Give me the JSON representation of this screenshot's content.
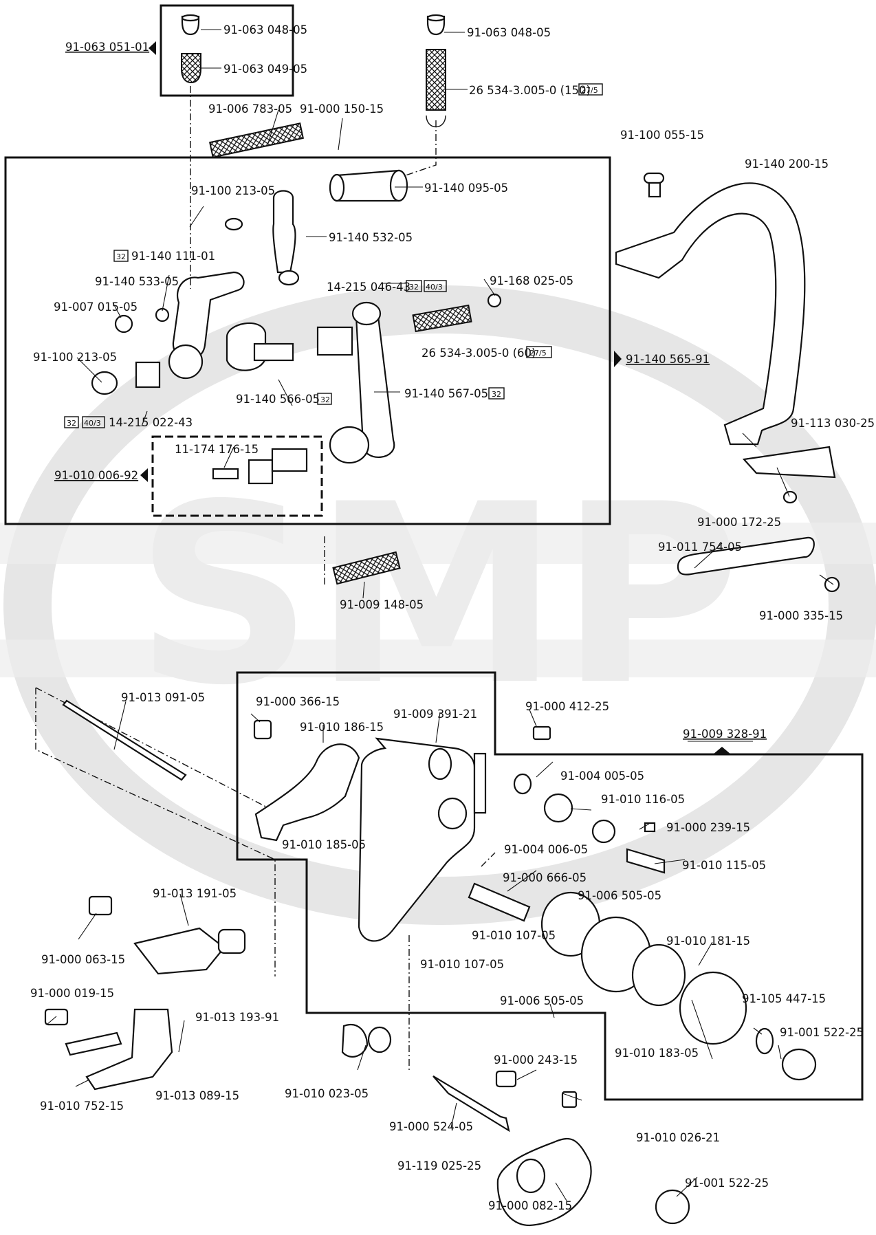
{
  "brand_watermark": "SMP",
  "callouts": {
    "kit_a": "91-063 051-01",
    "kit_b": "91-010 006-92",
    "kit_c": "91-140 565-91",
    "kit_d": "91-009 328-91"
  },
  "badges": {
    "b32": "32",
    "b403": "40/3",
    "b275": "27/5"
  },
  "labels": {
    "p1": "91-063 048-05",
    "p2": "91-063 049-05",
    "p3": "91-063 048-05",
    "p4": "26 534-3.005-0 (150)",
    "p5": "91-006 783-05",
    "p6": "91-000 150-15",
    "p7": "91-100 055-15",
    "p8": "91-140 200-15",
    "p9": "91-100 213-05",
    "p10": "91-140 095-05",
    "p11": "91-140 532-05",
    "p12": "91-140 111-01",
    "p13": "91-140 533-05",
    "p14": "14-215 046-43",
    "p15": "91-168 025-05",
    "p16": "91-007 015-05",
    "p17": "91-100 213-05",
    "p18": "26 534-3.005-0 (60)",
    "p19": "91-140 566-05",
    "p20": "91-140 567-05",
    "p21": "14-215 022-43",
    "p22": "11-174 176-15",
    "p23": "91-113 030-25",
    "p24": "91-000 172-25",
    "p25": "91-011 754-05",
    "p26": "91-009 148-05",
    "p27": "91-000 335-15",
    "p28": "91-013 091-05",
    "p29": "91-000 366-15",
    "p30": "91-009 391-21",
    "p31": "91-000 412-25",
    "p32": "91-010 186-15",
    "p33": "91-004 005-05",
    "p34": "91-010 116-05",
    "p35": "91-000 239-15",
    "p36": "91-010 185-05",
    "p37": "91-004 006-05",
    "p38": "91-010 115-05",
    "p39": "91-000 666-05",
    "p40": "91-013 191-05",
    "p41": "91-006 505-05",
    "p42": "91-000 063-15",
    "p43": "91-010 107-05",
    "p44": "91-010 181-15",
    "p45": "91-010 107-05",
    "p46": "91-000 019-15",
    "p47": "91-013 193-91",
    "p48": "91-006 505-05",
    "p49": "91-105 447-15",
    "p50": "91-001 522-25",
    "p51": "91-010 183-05",
    "p52": "91-000 243-15",
    "p53": "91-013 089-15",
    "p54": "91-010 023-05",
    "p55": "91-010 752-15",
    "p56": "91-000 524-05",
    "p57": "91-010 026-21",
    "p58": "91-119 025-25",
    "p59": "91-001 522-25",
    "p60": "91-000 082-15"
  }
}
